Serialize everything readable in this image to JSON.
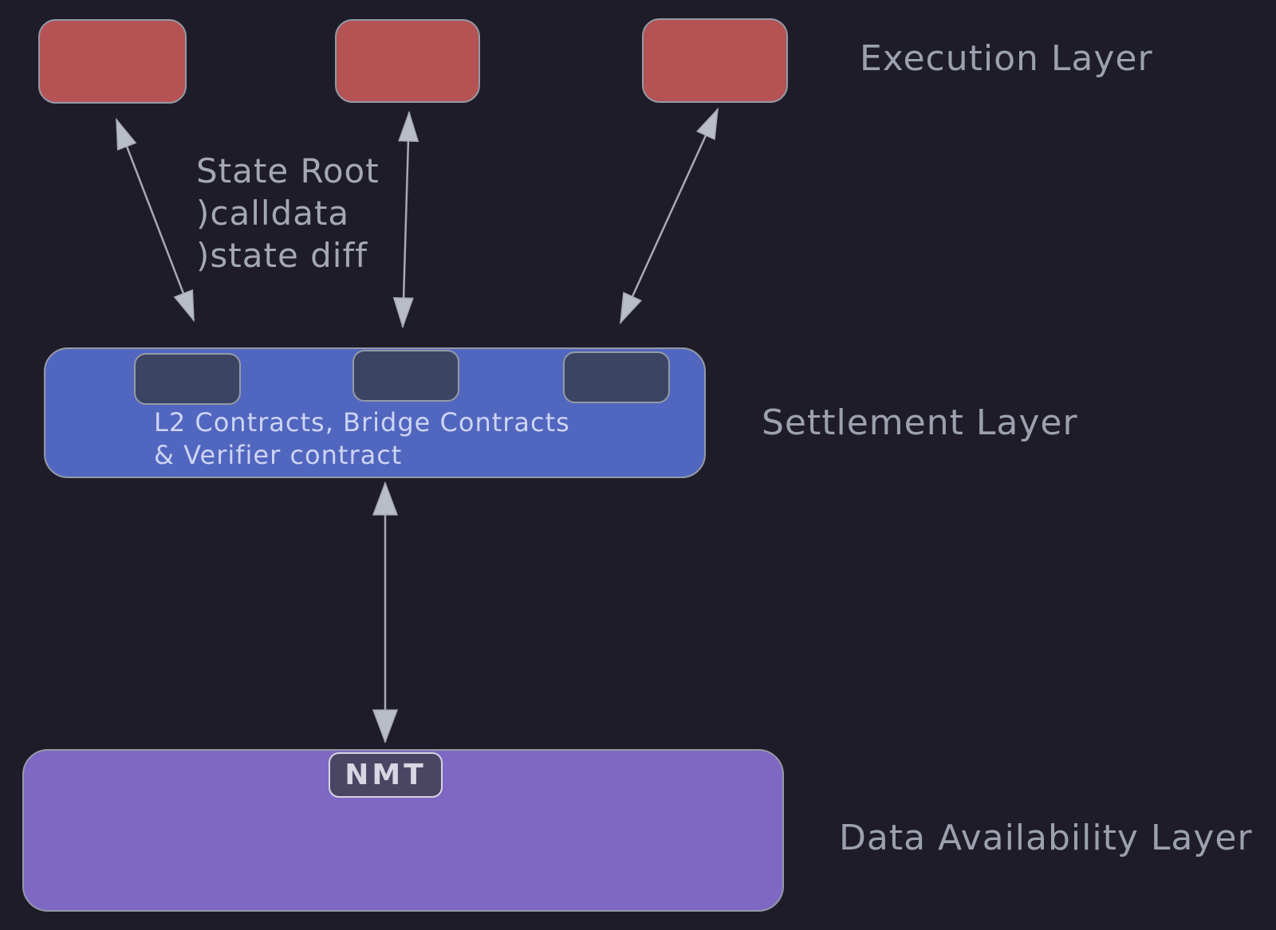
{
  "diagram": {
    "execution_layer": {
      "label": "Execution Layer",
      "node_count": 3
    },
    "annotation": "State Root\n)calldata\n)state diff",
    "settlement_layer": {
      "label": "Settlement Layer",
      "box_text": "L2 Contracts, Bridge Contracts\n&  Verifier contract",
      "slot_count": 3
    },
    "data_availability_layer": {
      "label": "Data Availability Layer",
      "badge": "NMT"
    }
  },
  "colors": {
    "background": "#1e1c29",
    "node_red": "#b45254",
    "settlement_blue": "#5166be",
    "slot_slate": "#3b4463",
    "da_purple": "#7e68c3",
    "badge_fill": "#4a4563",
    "badge_border": "#d7d4e1",
    "box_border": "#949aa6",
    "arrow_line": "#a6aab4",
    "arrow_head": "#b9bdc7",
    "label_text": "#9ba1ad",
    "annotation_text": "#a4a8b3",
    "box_text": "#cdd4f4",
    "badge_text": "#d9d6e3"
  }
}
